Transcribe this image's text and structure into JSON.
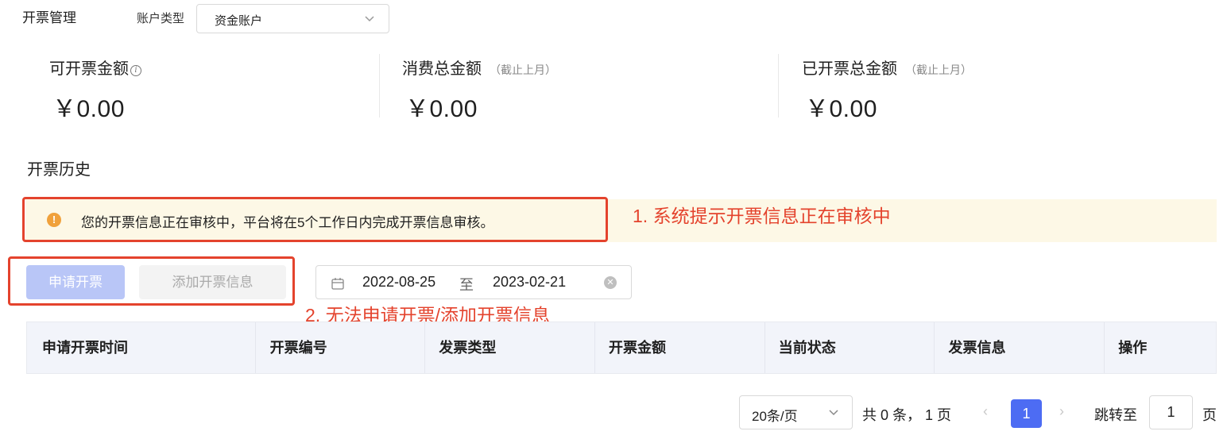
{
  "header": {
    "title": "开票管理",
    "account_type_label": "账户类型",
    "account_type_value": "资金账户"
  },
  "stats": [
    {
      "label": "可开票金额",
      "sub": "",
      "value": "￥0.00"
    },
    {
      "label": "消费总金额",
      "sub": "（截止上月）",
      "value": "￥0.00"
    },
    {
      "label": "已开票总金额",
      "sub": "（截止上月）",
      "value": "￥0.00"
    }
  ],
  "history": {
    "title": "开票历史",
    "notice": "您的开票信息正在审核中，平台将在5个工作日内完成开票信息审核。",
    "notice_icon": "!"
  },
  "annotations": {
    "note1": "1. 系统提示开票信息正在审核中",
    "note2": "2. 无法申请开票/添加开票信息"
  },
  "actions": {
    "apply_label": "申请开票",
    "add_info_label": "添加开票信息"
  },
  "date_range": {
    "start": "2022-08-25",
    "separator": "至",
    "end": "2023-02-21"
  },
  "table": {
    "columns": [
      "申请开票时间",
      "开票编号",
      "发票类型",
      "开票金额",
      "当前状态",
      "发票信息",
      "操作"
    ]
  },
  "pagination": {
    "page_size": "20条/页",
    "total_text": "共 0 条， 1 页",
    "prev": "‹",
    "current_page": "1",
    "next": "›",
    "jump_label": "跳转至",
    "jump_value": "1",
    "page_unit": "页"
  },
  "colors": {
    "primary": "#4d6cf3",
    "annotation": "#e4432d",
    "warning": "#f0a13b",
    "notice_bg": "#fdf8e6"
  }
}
